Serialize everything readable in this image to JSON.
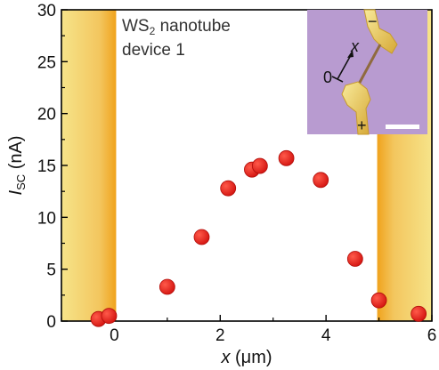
{
  "chart_data": {
    "type": "scatter",
    "title": "",
    "xlabel": {
      "var": "x",
      "unit": "(μm)"
    },
    "ylabel": {
      "var": "I",
      "sub": "SC",
      "unit": "(nA)"
    },
    "xlim": [
      -1,
      6
    ],
    "ylim": [
      0,
      30
    ],
    "xticks": [
      0,
      2,
      4,
      6
    ],
    "xtick_labels": [
      "0",
      "2",
      "4",
      "6"
    ],
    "yticks": [
      0,
      5,
      10,
      15,
      20,
      25,
      30
    ],
    "ytick_labels": [
      "0",
      "5",
      "10",
      "15",
      "20",
      "25",
      "30"
    ],
    "grid": false,
    "annotation": {
      "line1_main": "WS",
      "line1_sub": "2",
      "line1_rest": " nanotube",
      "line2": "device 1"
    },
    "electrode_regions": [
      {
        "from": -1,
        "to": 0
      },
      {
        "from": 5,
        "to": 6
      }
    ],
    "series": [
      {
        "color": "#e8201c",
        "points": [
          {
            "x": -0.3,
            "y": 0.2
          },
          {
            "x": -0.1,
            "y": 0.5
          },
          {
            "x": 1.0,
            "y": 3.3
          },
          {
            "x": 1.65,
            "y": 8.1
          },
          {
            "x": 2.15,
            "y": 12.8
          },
          {
            "x": 2.6,
            "y": 14.6
          },
          {
            "x": 2.75,
            "y": 14.95
          },
          {
            "x": 3.25,
            "y": 15.7
          },
          {
            "x": 3.9,
            "y": 13.6
          },
          {
            "x": 4.55,
            "y": 6.0
          },
          {
            "x": 5.0,
            "y": 2.0
          },
          {
            "x": 5.75,
            "y": 0.7
          }
        ]
      }
    ],
    "inset": {
      "minus_label": "−",
      "plus_label": "+",
      "zero_label": "0",
      "x_label": "x",
      "background": "#b79ad0"
    }
  }
}
